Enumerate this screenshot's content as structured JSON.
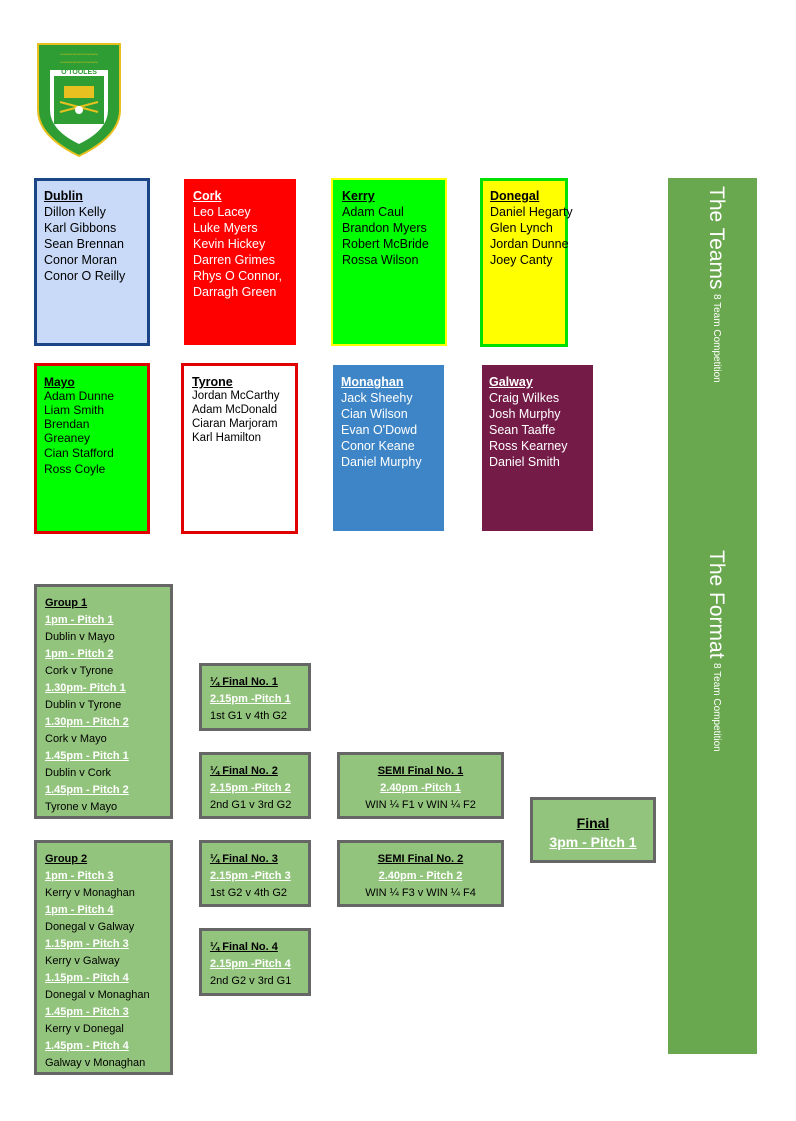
{
  "logo": {
    "text": "O'TOOLES"
  },
  "teams": [
    {
      "name": "Dublin",
      "players": [
        "Dillon Kelly",
        "Karl Gibbons",
        "Sean Brennan",
        "Conor Moran",
        "Conor O Reilly"
      ]
    },
    {
      "name": "Cork",
      "players": [
        "Leo Lacey",
        "Luke Myers",
        "Kevin Hickey",
        "Darren Grimes",
        "Rhys O Connor,",
        "Darragh Green"
      ]
    },
    {
      "name": "Kerry",
      "players": [
        "Adam Caul",
        "Brandon Myers",
        "Robert McBride",
        "Rossa Wilson"
      ]
    },
    {
      "name": "Donegal",
      "players": [
        "Daniel Hegarty",
        "Glen Lynch",
        "Jordan Dunne",
        "Joey Canty"
      ]
    },
    {
      "name": "Mayo",
      "players": [
        "Adam Dunne",
        "Liam Smith",
        "Brendan Greaney",
        "Cian Stafford",
        "Ross Coyle"
      ]
    },
    {
      "name": "Tyrone",
      "players": [
        "Jordan McCarthy",
        "Adam McDonald",
        "Ciaran Marjoram",
        "Karl Hamilton"
      ]
    },
    {
      "name": "Monaghan",
      "players": [
        "Jack Sheehy",
        "Cian Wilson",
        "Evan O'Dowd",
        "Conor Keane",
        "Daniel Murphy"
      ]
    },
    {
      "name": "Galway",
      "players": [
        "Craig Wilkes",
        "Josh Murphy",
        "Sean Taaffe",
        "Ross Kearney",
        "Daniel Smith"
      ]
    }
  ],
  "groups": [
    {
      "title": "Group 1",
      "fixtures": [
        {
          "time": "1pm - Pitch 1",
          "match": "Dublin v Mayo"
        },
        {
          "time": "1pm - Pitch 2",
          "match": "Cork v Tyrone"
        },
        {
          "time": "1.30pm- Pitch 1",
          "match": "Dublin v Tyrone"
        },
        {
          "time": "1.30pm - Pitch 2",
          "match": "Cork v Mayo"
        },
        {
          "time": "1.45pm - Pitch 1",
          "match": "Dublin v Cork"
        },
        {
          "time": "1.45pm - Pitch 2",
          "match": "Tyrone v Mayo"
        }
      ]
    },
    {
      "title": "Group 2",
      "fixtures": [
        {
          "time": "1pm - Pitch 3",
          "match": "Kerry v Monaghan"
        },
        {
          "time": "1pm - Pitch 4",
          "match": "Donegal v Galway"
        },
        {
          "time": "1.15pm - Pitch 3",
          "match": "Kerry v Galway"
        },
        {
          "time": "1.15pm - Pitch 4",
          "match": "Donegal v Monaghan"
        },
        {
          "time": "1.45pm - Pitch 3",
          "match": "Kerry v Donegal"
        },
        {
          "time": "1.45pm - Pitch 4",
          "match": "Galway v Monaghan"
        }
      ]
    }
  ],
  "quarter_finals": [
    {
      "title": "¼ Final No. 1",
      "time": "2.15pm -Pitch 1",
      "match": "1st G1 v 4th G2"
    },
    {
      "title": "¼ Final No. 2",
      "time": "2.15pm -Pitch 2",
      "match": "2nd G1 v 3rd G2"
    },
    {
      "title": "¼ Final No. 3",
      "time": "2.15pm -Pitch 3",
      "match": "1st G2 v 4th G2"
    },
    {
      "title": "¼ Final No. 4",
      "time": "2.15pm -Pitch 4",
      "match": "2nd G2 v 3rd G1"
    }
  ],
  "semi_finals": [
    {
      "title": "SEMI Final No. 1",
      "time": "2.40pm -Pitch 1",
      "match": "WIN ¼ F1 v WIN ¼ F2"
    },
    {
      "title": "SEMI Final No. 2",
      "time": "2.40pm - Pitch 2",
      "match": "WIN ¼ F3 v WIN ¼ F4"
    }
  ],
  "final": {
    "title": "Final",
    "time": "3pm - Pitch 1"
  },
  "sidebar": {
    "teams_title": "The Teams",
    "teams_subtitle": "8 Team Competition",
    "format_title": "The Format",
    "format_subtitle": "8 Team Competition"
  }
}
